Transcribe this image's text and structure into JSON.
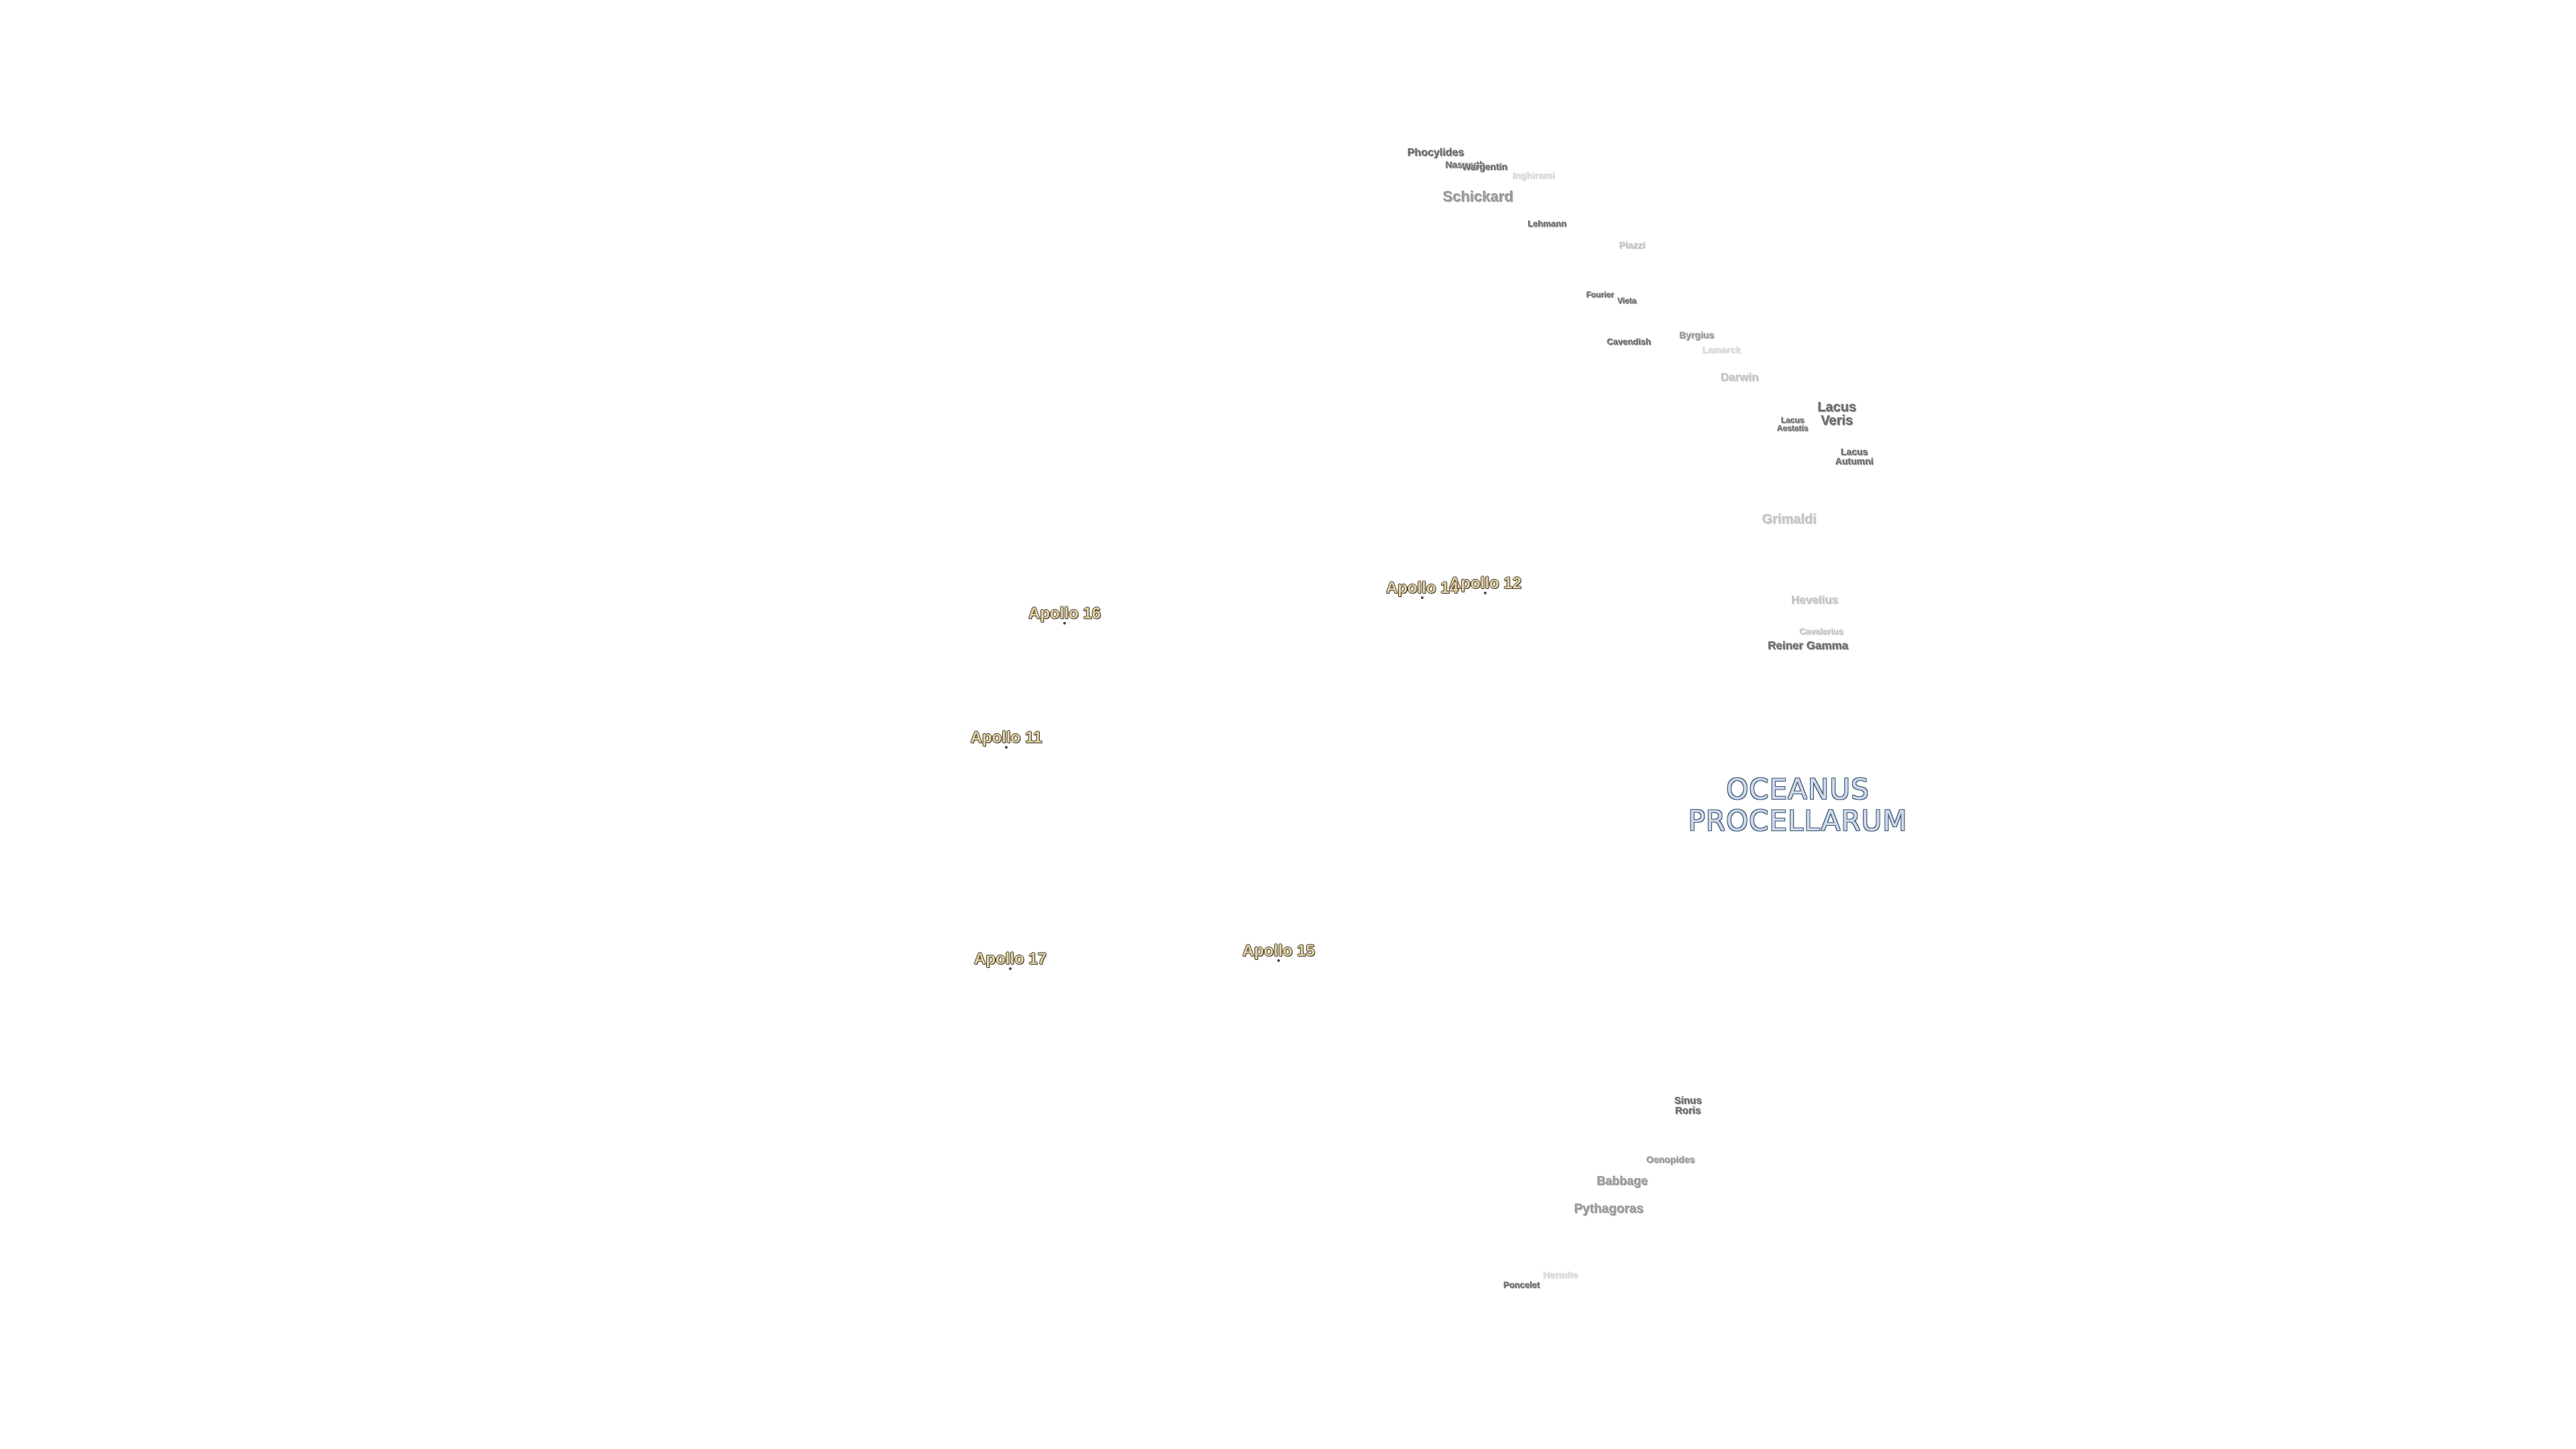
{
  "map": {
    "maria": [
      {
        "id": "oceanus-procellarum",
        "label": "OCEANUS\nPROCELLARUM"
      }
    ],
    "apollo_sites": [
      {
        "id": "apollo-11",
        "label": "Apollo 11"
      },
      {
        "id": "apollo-12",
        "label": "Apollo 12"
      },
      {
        "id": "apollo-14",
        "label": "Apollo 14"
      },
      {
        "id": "apollo-15",
        "label": "Apollo 15"
      },
      {
        "id": "apollo-16",
        "label": "Apollo 16"
      },
      {
        "id": "apollo-17",
        "label": "Apollo 17"
      }
    ],
    "features": [
      {
        "id": "phocylides",
        "label": "Phocylides"
      },
      {
        "id": "nasmyth",
        "label": "Nasmyth"
      },
      {
        "id": "wargentin",
        "label": "Wargentin"
      },
      {
        "id": "inghirami",
        "label": "Inghirami"
      },
      {
        "id": "schickard",
        "label": "Schickard"
      },
      {
        "id": "lehmann",
        "label": "Lehmann"
      },
      {
        "id": "piazzi",
        "label": "Piazzi"
      },
      {
        "id": "fourier",
        "label": "Fourier"
      },
      {
        "id": "vieta",
        "label": "Vieta"
      },
      {
        "id": "cavendish",
        "label": "Cavendish"
      },
      {
        "id": "byrgius",
        "label": "Byrgius"
      },
      {
        "id": "lamarck",
        "label": "Lamarck"
      },
      {
        "id": "darwin",
        "label": "Darwin"
      },
      {
        "id": "lacus-veris",
        "label": "Lacus\nVeris"
      },
      {
        "id": "lacus-aestatis",
        "label": "Lacus\nAestatis"
      },
      {
        "id": "lacus-autumni",
        "label": "Lacus\nAutumni"
      },
      {
        "id": "grimaldi",
        "label": "Grimaldi"
      },
      {
        "id": "hevelius",
        "label": "Hevelius"
      },
      {
        "id": "cavalerius",
        "label": "Cavalerius"
      },
      {
        "id": "reiner-gamma",
        "label": "Reiner Gamma"
      },
      {
        "id": "sinus-roris",
        "label": "Sinus\nRoris"
      },
      {
        "id": "oenopides",
        "label": "Oenopides"
      },
      {
        "id": "babbage",
        "label": "Babbage"
      },
      {
        "id": "pythagoras",
        "label": "Pythagoras"
      },
      {
        "id": "hermite",
        "label": "Hermite"
      },
      {
        "id": "poncelet",
        "label": "Poncelet"
      }
    ]
  }
}
